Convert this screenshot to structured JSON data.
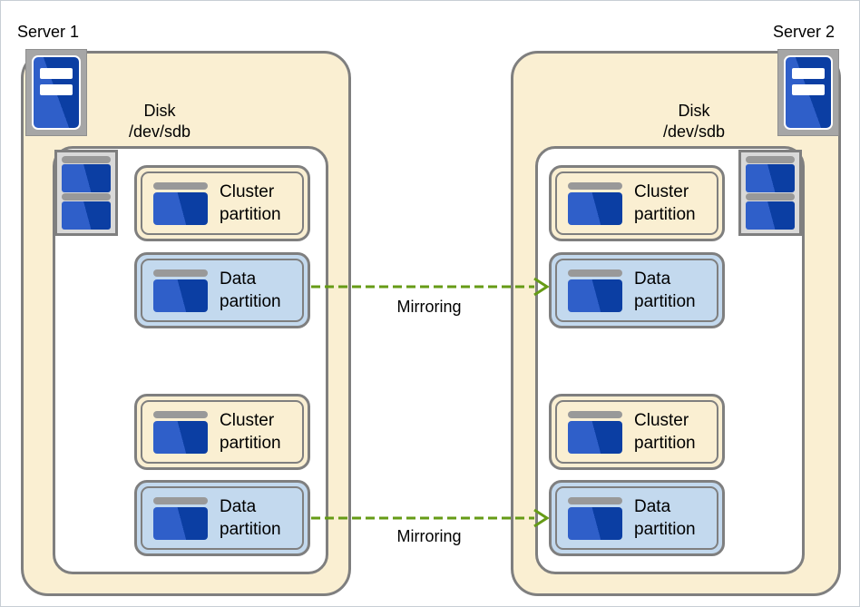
{
  "servers": [
    {
      "label": "Server 1",
      "disk": {
        "line1": "Disk",
        "line2": "/dev/sdb"
      },
      "partitions": [
        {
          "label": "Cluster partition",
          "type": "cluster"
        },
        {
          "label": "Data partition",
          "type": "data"
        },
        {
          "label": "Cluster partition",
          "type": "cluster"
        },
        {
          "label": "Data partition",
          "type": "data"
        }
      ]
    },
    {
      "label": "Server 2",
      "disk": {
        "line1": "Disk",
        "line2": "/dev/sdb"
      },
      "partitions": [
        {
          "label": "Cluster partition",
          "type": "cluster"
        },
        {
          "label": "Data partition",
          "type": "data"
        },
        {
          "label": "Cluster partition",
          "type": "cluster"
        },
        {
          "label": "Data partition",
          "type": "data"
        }
      ]
    }
  ],
  "mirroring": [
    {
      "label": "Mirroring"
    },
    {
      "label": "Mirroring"
    }
  ],
  "colors": {
    "panel_fill": "#FAEFD2",
    "data_fill": "#C3D9EE",
    "border_gray": "#7F7F7F",
    "mirror_green": "#669B16",
    "disk_blue_light": "#2F5FC9",
    "disk_blue_dark": "#0B3EA3",
    "icon_frame_gray": "#A6A6A6",
    "icon_bar_gray": "#999999"
  }
}
